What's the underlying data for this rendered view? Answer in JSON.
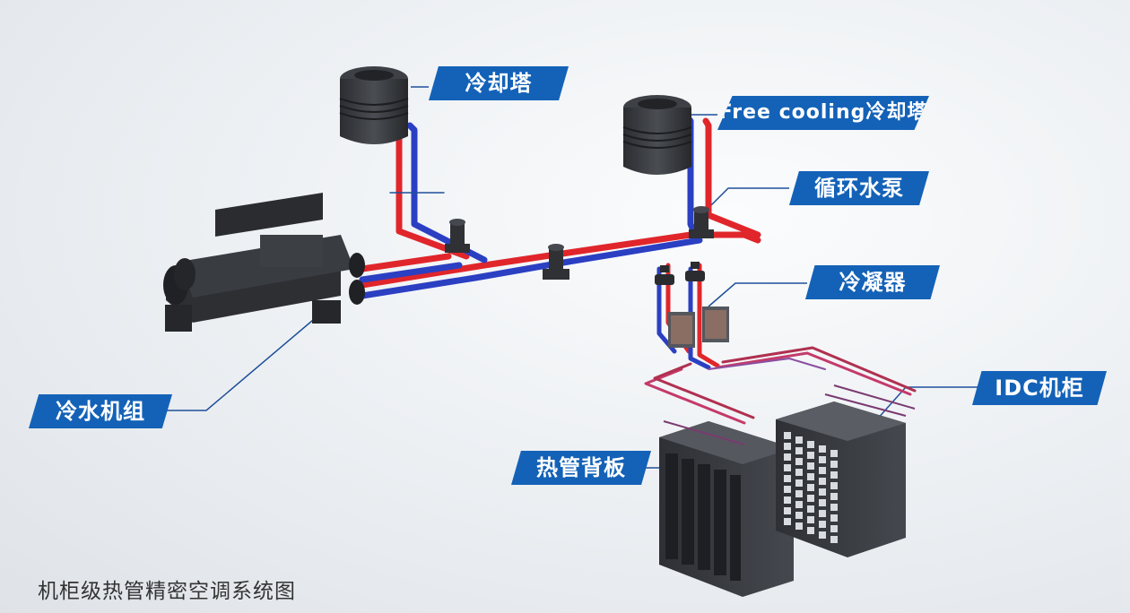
{
  "labels": {
    "cooling_tower": "冷却塔",
    "free_cooling_tower": "Free cooling冷却塔",
    "circulation_pump": "循环水泵",
    "condenser": "冷凝器",
    "chiller_unit": "冷水机组",
    "idc_cabinet": "IDC机柜",
    "heat_pipe_backplane": "热管背板"
  },
  "caption": "机柜级热管精密空调系统图",
  "colors": {
    "label_bg": "#1462b7",
    "supply_pipe": "#e0262b",
    "return_pipe": "#2b3fc2",
    "equipment": "#3a3d42"
  }
}
